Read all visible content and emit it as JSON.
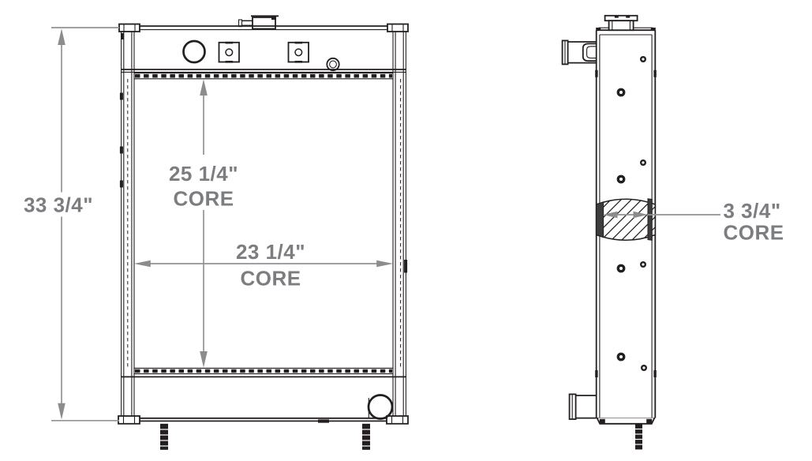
{
  "drawing": {
    "type": "radiator-dimensional-drawing",
    "colors": {
      "background": "#ffffff",
      "line_art": "#231f20",
      "dimension_line": "#919396",
      "dimension_arrow": "#8a8c8e",
      "dimension_text": "#7b7d80"
    },
    "views": {
      "front": "front-view",
      "side": "side-view"
    },
    "dimensions": {
      "overall_height": {
        "value": "33 3/4\""
      },
      "core_height": {
        "value": "25 1/4\"",
        "label": "CORE"
      },
      "core_width": {
        "value": "23 1/4\"",
        "label": "CORE"
      },
      "core_depth": {
        "value": "3 3/4\"",
        "label": "CORE"
      }
    }
  }
}
